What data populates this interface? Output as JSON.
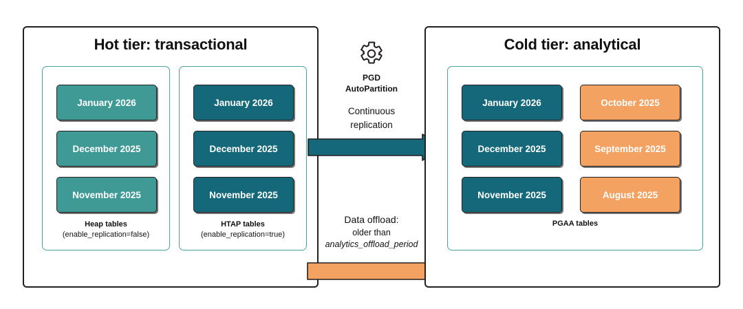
{
  "diagram": {
    "title_hot": "Hot tier: transactional",
    "title_cold": "Cold tier: analytical"
  },
  "hot_tier": {
    "title": "Hot tier: transactional",
    "groups": [
      {
        "id": "heap",
        "caption_title": "Heap tables",
        "caption_sub": "(enable_replication=false)",
        "chip_color": "#3f9a96",
        "chips": [
          "January 2026",
          "December 2025",
          "November 2025"
        ]
      },
      {
        "id": "htap",
        "caption_title": "HTAP tables",
        "caption_sub": "(enable_replication=true)",
        "chip_color": "#14687a",
        "chips": [
          "January 2026",
          "December 2025",
          "November 2025"
        ]
      }
    ]
  },
  "cold_tier": {
    "title": "Cold tier: analytical",
    "group": {
      "id": "pgaa",
      "caption_title": "PGAA tables",
      "caption_sub": "",
      "replicated_color": "#14687a",
      "offloaded_color": "#f4a261",
      "replicated_chips": [
        "January 2026",
        "December 2025",
        "November 2025"
      ],
      "offloaded_chips": [
        "October 2025",
        "September 2025",
        "August 2025"
      ]
    }
  },
  "middle": {
    "gear_icon": "gear-icon",
    "pgd_line1": "PGD",
    "pgd_line2": "AutoPartition",
    "replication_line1": "Continuous",
    "replication_line2": "replication",
    "offload_line1": "Data offload:",
    "offload_line2": "older than",
    "offload_line3": "analytics_offload_period"
  },
  "arrows": {
    "replication": {
      "name": "continuous-replication-arrow",
      "color": "#14687a",
      "direction": "right"
    },
    "offload": {
      "name": "data-offload-arrow",
      "color": "#f4a261",
      "direction": "right"
    }
  },
  "colors": {
    "teal_light": "#3f9a96",
    "teal_dark": "#14687a",
    "orange": "#f4a261",
    "group_border": "#4aa3a0",
    "panel_border": "#231f20",
    "text": "#111111"
  }
}
